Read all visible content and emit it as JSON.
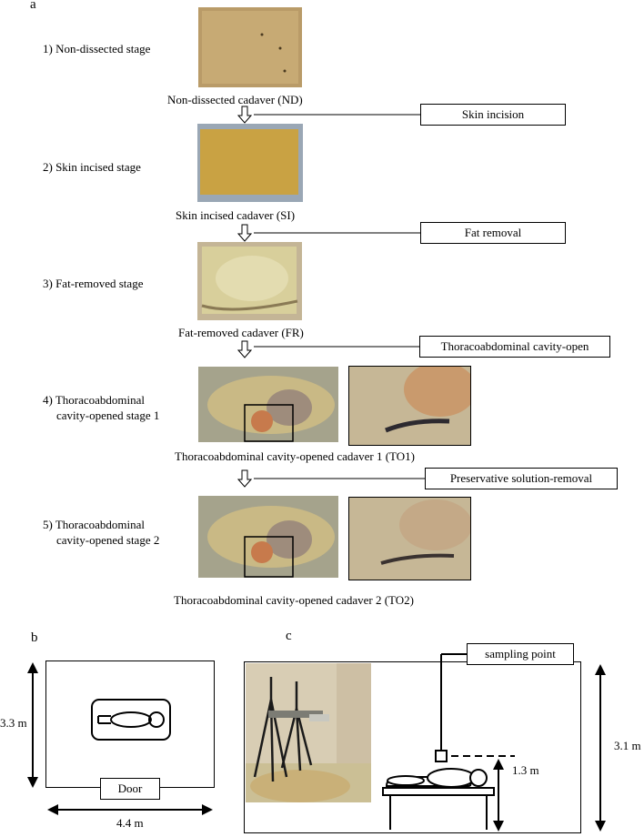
{
  "panels": {
    "a": "a",
    "b": "b",
    "c": "c"
  },
  "panel_a": {
    "stages": [
      "1) Non-dissected stage",
      "2) Skin incised stage",
      "3) Fat-removed stage",
      "4) Thoracoabdominal",
      "cavity-opened stage 1",
      "5) Thoracoabdominal",
      "cavity-opened stage 2"
    ],
    "captions": [
      "Non-dissected cadaver (ND)",
      "Skin incised cadaver (SI)",
      "Fat-removed cadaver (FR)",
      "Thoracoabdominal cavity-opened cadaver 1 (TO1)",
      "Thoracoabdominal cavity-opened cadaver 2 (TO2)"
    ],
    "steps": [
      "Skin incision",
      "Fat removal",
      "Thoracoabdominal cavity-open",
      "Preservative solution-removal"
    ]
  },
  "panel_b": {
    "height": "3.3 m",
    "width": "4.4 m",
    "door": "Door"
  },
  "panel_c": {
    "room_height": "3.1 m",
    "sampling_height": "1.3 m",
    "sampling_point": "sampling point"
  },
  "colors": {
    "skin": "#c9a66a",
    "skin_dark": "#a88445",
    "sheet": "#8da0b8",
    "wall": "#d8cdb4"
  }
}
